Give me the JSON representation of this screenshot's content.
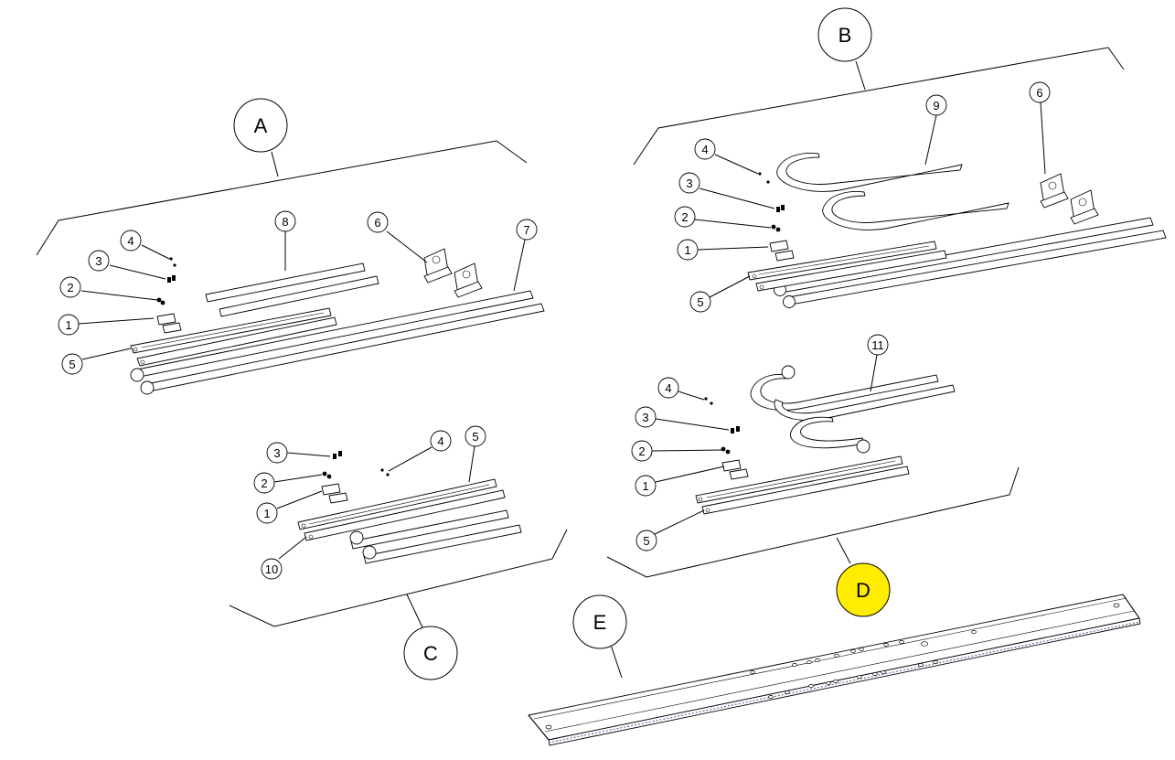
{
  "groups": [
    {
      "id": "A",
      "label": "A",
      "highlighted": false
    },
    {
      "id": "B",
      "label": "B",
      "highlighted": false
    },
    {
      "id": "C",
      "label": "C",
      "highlighted": false
    },
    {
      "id": "D",
      "label": "D",
      "highlighted": true
    },
    {
      "id": "E",
      "label": "E",
      "highlighted": false
    }
  ],
  "callouts": {
    "A": [
      "4",
      "3",
      "2",
      "1",
      "5",
      "8",
      "6",
      "7"
    ],
    "B": [
      "4",
      "3",
      "2",
      "1",
      "5",
      "9",
      "6"
    ],
    "C": [
      "3",
      "2",
      "1",
      "10",
      "4",
      "5"
    ],
    "D": [
      "4",
      "3",
      "2",
      "1",
      "5",
      "11"
    ]
  },
  "colors": {
    "line": "#000000",
    "highlight": "#ffec00",
    "background": "#ffffff"
  }
}
